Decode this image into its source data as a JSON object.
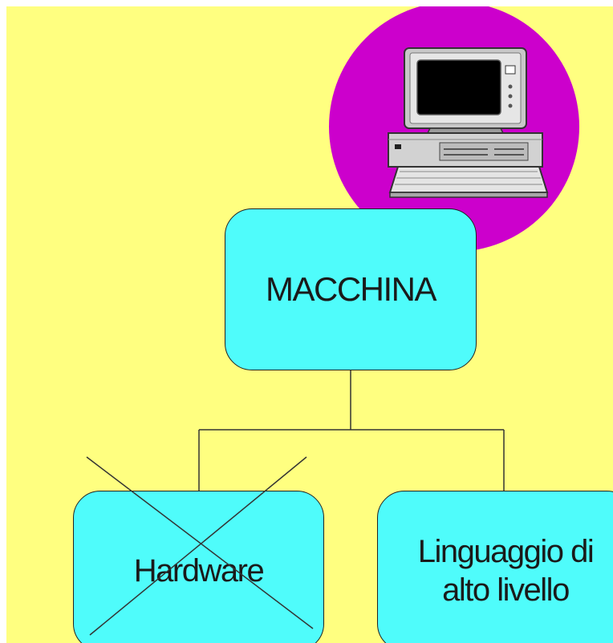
{
  "diagram": {
    "root": {
      "label": "MACCHINA"
    },
    "children": [
      {
        "label": "Hardware",
        "crossed_out": true
      },
      {
        "label": "Linguaggio di alto livello",
        "crossed_out": false
      }
    ],
    "decoration": {
      "icon": "desktop-computer-icon",
      "circle_color": "#cc00cc"
    }
  },
  "colors": {
    "background": "#ffff80",
    "node_fill": "#4ffcfb",
    "accent_circle": "#cc00cc"
  }
}
